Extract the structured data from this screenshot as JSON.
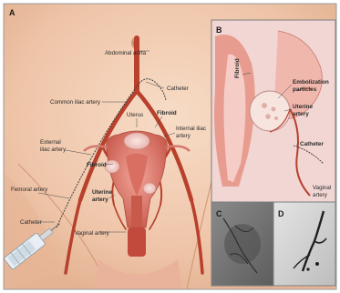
{
  "panels": {
    "a": "A",
    "b": "B",
    "c": "C",
    "d": "D"
  },
  "labels": {
    "abdominal_aorta": "Abdominal aorta",
    "catheter_top": "Catheter",
    "common_iliac": "Common iliac artery",
    "uterus": "Uterus",
    "fibroid_top": "Fibroid",
    "internal_iliac_1": "Internal iliac",
    "internal_iliac_2": "artery",
    "external_iliac_1": "External",
    "external_iliac_2": "iliac artery",
    "fibroid_left": "Fibroid",
    "femoral_artery": "Femoral artery",
    "uterine_artery_1": "Uterine",
    "uterine_artery_2": "artery",
    "catheter_left": "Catheter",
    "vaginal_artery": "Vaginal artery",
    "inset_fibroid": "Fibroid",
    "embolization_1": "Embolization",
    "embolization_2": "particles",
    "inset_uterine_1": "Uterine",
    "inset_uterine_2": "artery",
    "inset_catheter": "Catheter",
    "inset_vaginal_1": "Vaginal",
    "inset_vaginal_2": "artery"
  },
  "colors": {
    "skin": "#f3cfb6",
    "artery": "#b8402c",
    "uterus": "#e4857a",
    "inset_bg": "#f1d6d4"
  }
}
